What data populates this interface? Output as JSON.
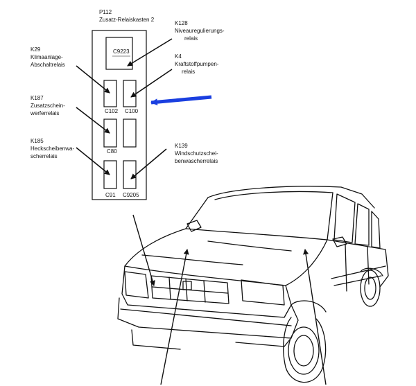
{
  "header": {
    "code": "P112",
    "name": "Zusatz-Relaiskasten 2"
  },
  "relays": {
    "k128": {
      "code": "K128",
      "line1": "Niveauregulierungs-",
      "line2": "relais"
    },
    "k29": {
      "code": "K29",
      "line1": "Klimaanlage-",
      "line2": "Abschaltrelais"
    },
    "k4": {
      "code": "K4",
      "line1": "Kraftstoffpumpen-",
      "line2": "relais"
    },
    "k187": {
      "code": "K187",
      "line1": "Zusatzschein-",
      "line2": "werferrelais"
    },
    "k185": {
      "code": "K185",
      "line1": "Heckscheibenwa-",
      "line2": "scherrelais"
    },
    "k139": {
      "code": "K139",
      "line1": "Windschutzschei-",
      "line2": "benwascherrelais"
    }
  },
  "connectors": {
    "c9223": "C9223",
    "c102": "C102",
    "c100": "C100",
    "c80": "C80",
    "c91": "C91",
    "c9205": "C9205"
  },
  "colors": {
    "highlight_arrow": "#1a3fe0",
    "line": "#111111"
  }
}
